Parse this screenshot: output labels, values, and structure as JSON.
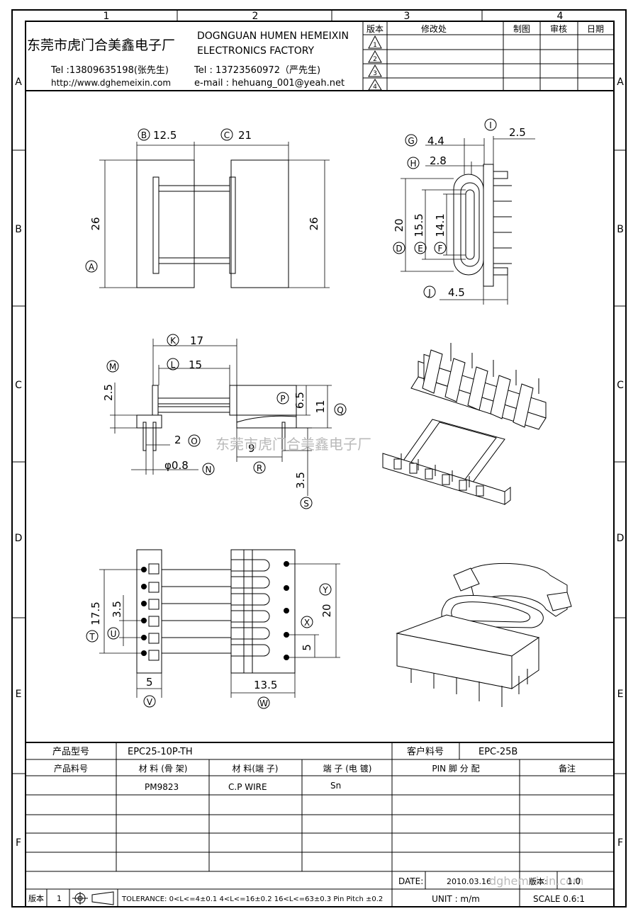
{
  "frame": {
    "columns": [
      "1",
      "2",
      "3",
      "4"
    ],
    "rows": [
      "A",
      "B",
      "C",
      "D",
      "E",
      "F"
    ]
  },
  "header": {
    "company_cn": "东莞市虎门合美鑫电子厂",
    "company_en_1": "DOGNGUAN HUMEN HEMEIXIN",
    "company_en_2": "ELECTRONICS FACTORY",
    "tel_1": "Tel :13809635198(张先生)",
    "tel_2": "Tel : 13723560972（严先生)",
    "website": "http://www.dghemeixin.com",
    "email": "e-mail : hehuang_001@yeah.net"
  },
  "revision_table": {
    "headers": [
      "版本",
      "修改处",
      "制图",
      "审核",
      "日期"
    ],
    "revisions": [
      "1",
      "2",
      "3",
      "4"
    ]
  },
  "dimensions": {
    "A": "A",
    "B": "B",
    "C": "C",
    "D": "D",
    "E": "E",
    "F": "F",
    "G": "G",
    "H": "H",
    "I": "I",
    "J": "J",
    "K": "K",
    "L": "L",
    "M": "M",
    "N": "N",
    "O": "O",
    "P": "P",
    "Q": "Q",
    "R": "R",
    "S": "S",
    "T": "T",
    "U": "U",
    "V": "V",
    "W": "W",
    "X": "X",
    "Y": "Y",
    "val_A": "26",
    "val_A2": "26",
    "val_B": "12.5",
    "val_C": "21",
    "val_D": "20",
    "val_E": "15.5",
    "val_F": "14.1",
    "val_G": "4.4",
    "val_H": "2.8",
    "val_I": "2.5",
    "val_J": "4.5",
    "val_K": "17",
    "val_L": "15",
    "val_M": "2.5",
    "val_N": "φ0.8",
    "val_O": "2",
    "val_P": "6.5",
    "val_Q": "11",
    "val_R": "9",
    "val_S": "3.5",
    "val_T": "17.5",
    "val_U": "3.5",
    "val_V": "5",
    "val_W": "13.5",
    "val_X": "5",
    "val_Y": "20"
  },
  "watermark": "东莞市虎门合美鑫电子厂",
  "watermark_url": "dghemeixin.com",
  "bottom_table": {
    "product_model_label": "产品型号",
    "product_model": "EPC25-10P-TH",
    "customer_pn_label": "客户料号",
    "customer_pn": "EPC-25B",
    "headers": [
      "产品料号",
      "材 料 (骨 架)",
      "材 料(端 子)",
      "端 子 (电 镀)",
      "PIN 脚 分 配",
      "备注"
    ],
    "material_bobbin": "PM9823",
    "material_pin": "C.P WIRE",
    "plating": "Sn",
    "date_label": "DATE:",
    "date": "2010.03.16",
    "version_label": "版本:",
    "version": "1.0",
    "unit": "UNIT : m/m",
    "scale": "SCALE  0.6:1",
    "footer_version_label": "版本",
    "footer_version": "1",
    "tolerance": "TOLERANCE:  0<L<=4±0.1  4<L<=16±0.2  16<L<=63±0.3  Pin Pitch  ±0.2"
  }
}
